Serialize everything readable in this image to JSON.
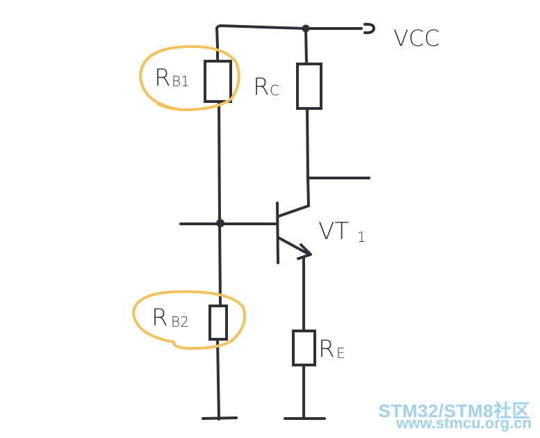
{
  "diagram": {
    "components": {
      "vcc": {
        "label": "VCC"
      },
      "rb1": {
        "main": "R",
        "sub": "B1"
      },
      "rb2": {
        "main": "R",
        "sub": "B2"
      },
      "rc": {
        "main": "R",
        "sub": "C"
      },
      "re": {
        "main": "R",
        "sub": "E"
      },
      "transistor": {
        "main": "VT",
        "sub": "1"
      }
    },
    "highlight_color": "#f3c35b",
    "line_color": "#2f3136"
  },
  "watermark": {
    "line1": "STM32/STM8社区",
    "line2": "www.stmcu.org.cn"
  }
}
